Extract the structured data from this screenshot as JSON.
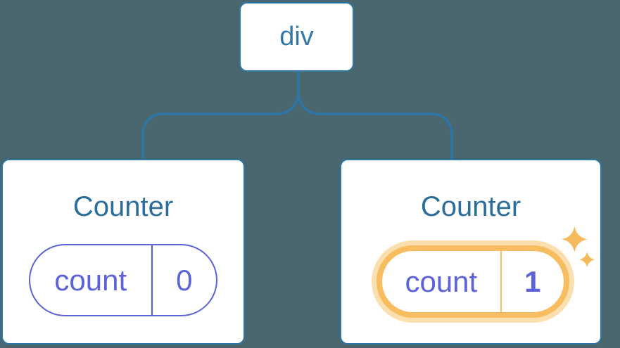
{
  "diagram": {
    "description": "React component tree: a div root with two Counter children; the second Counter's state is highlighted as new",
    "root": {
      "label": "div"
    },
    "children": [
      {
        "title": "Counter",
        "state": {
          "key": "count",
          "value": "0"
        },
        "highlighted": false
      },
      {
        "title": "Counter",
        "state": {
          "key": "count",
          "value": "1"
        },
        "highlighted": true
      }
    ]
  },
  "icons": {
    "sparkles": "four-point-stars"
  },
  "colors": {
    "background": "#4A6770",
    "connector": "#2E76A6",
    "node_border": "#2E76A6",
    "node_bg": "#FFFFFF",
    "root_label": "#3579A8",
    "title": "#2B6D9B",
    "state_accent": "#5B63D6",
    "highlight": "#F8BC61",
    "highlight_halo": "#FCDFAE",
    "sparkle": "#F6B95C"
  }
}
